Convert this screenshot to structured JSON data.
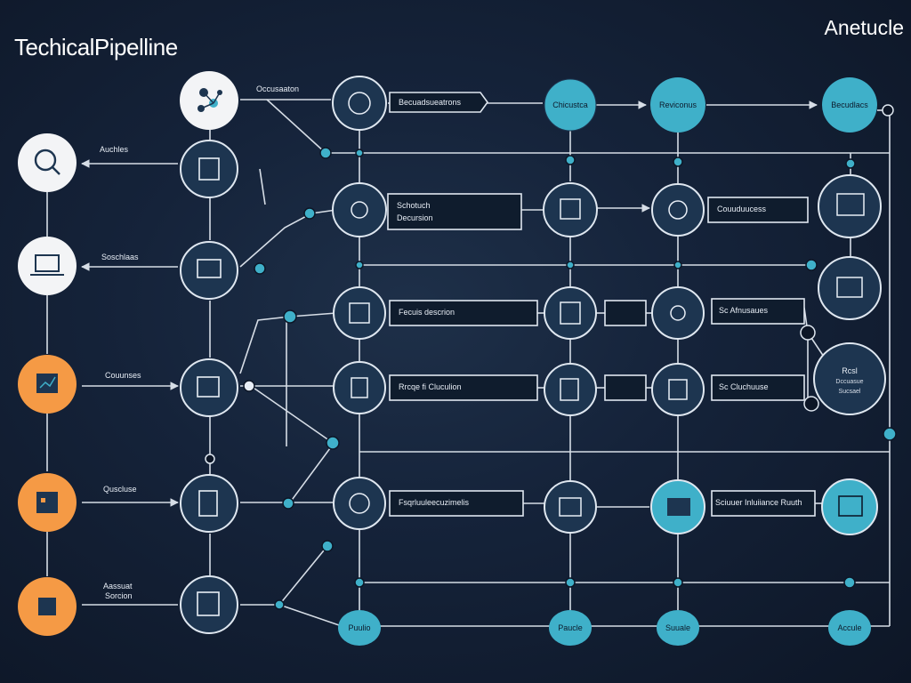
{
  "header": {
    "title": "TechicalPipelline",
    "brand": "Anetucle"
  },
  "left_nodes": [
    {
      "label": "Auchles",
      "desc": [
        "",
        "",
        "",
        ""
      ]
    },
    {
      "label": "Soschlaas",
      "desc": [
        "",
        "",
        "",
        "",
        ""
      ]
    },
    {
      "label": "Couunses",
      "desc": [
        "",
        "",
        "",
        "",
        ""
      ]
    },
    {
      "label": "Quscluse",
      "desc": [
        ""
      ]
    },
    {
      "label": "Aassuat",
      "sub": "Sorcion",
      "desc": [
        ""
      ]
    }
  ],
  "top_labels": {
    "top_node": "Occusaaton",
    "row1_box": "Becuadsueatrons",
    "top_a": "Chicustca",
    "top_b": "Reviconus",
    "top_c": "Becudlacs"
  },
  "row_boxes": [
    {
      "line1": "Schotuch",
      "line2": "Decursion"
    },
    {
      "line1": "Fecuis descrion"
    },
    {
      "line1": "Rrcqe fi Cluculion"
    },
    {
      "line1": "Fsqrluuleecuzimelis"
    }
  ],
  "right_labels": {
    "row2": "Couuduucess",
    "row3": "Sc Afnusaues",
    "row4": "Sc Cluchuuse",
    "row5": "Sciuuer Inluiiance Ruuth"
  },
  "right_column": {
    "big_node_line1": "Rcsl",
    "big_node_line2": "Dccuasue",
    "big_node_line3": "Sucsael"
  },
  "bottom_nodes": [
    "Puulio",
    "Paucle",
    "Suuale",
    "Accule"
  ],
  "colors": {
    "background": "#15233a",
    "node_fill": "#1d3550",
    "node_stroke": "#dfe7f0",
    "teal": "#3fb0c9",
    "orange": "#f59a45",
    "white_node": "#f3f4f6",
    "line": "#d6dde6"
  }
}
